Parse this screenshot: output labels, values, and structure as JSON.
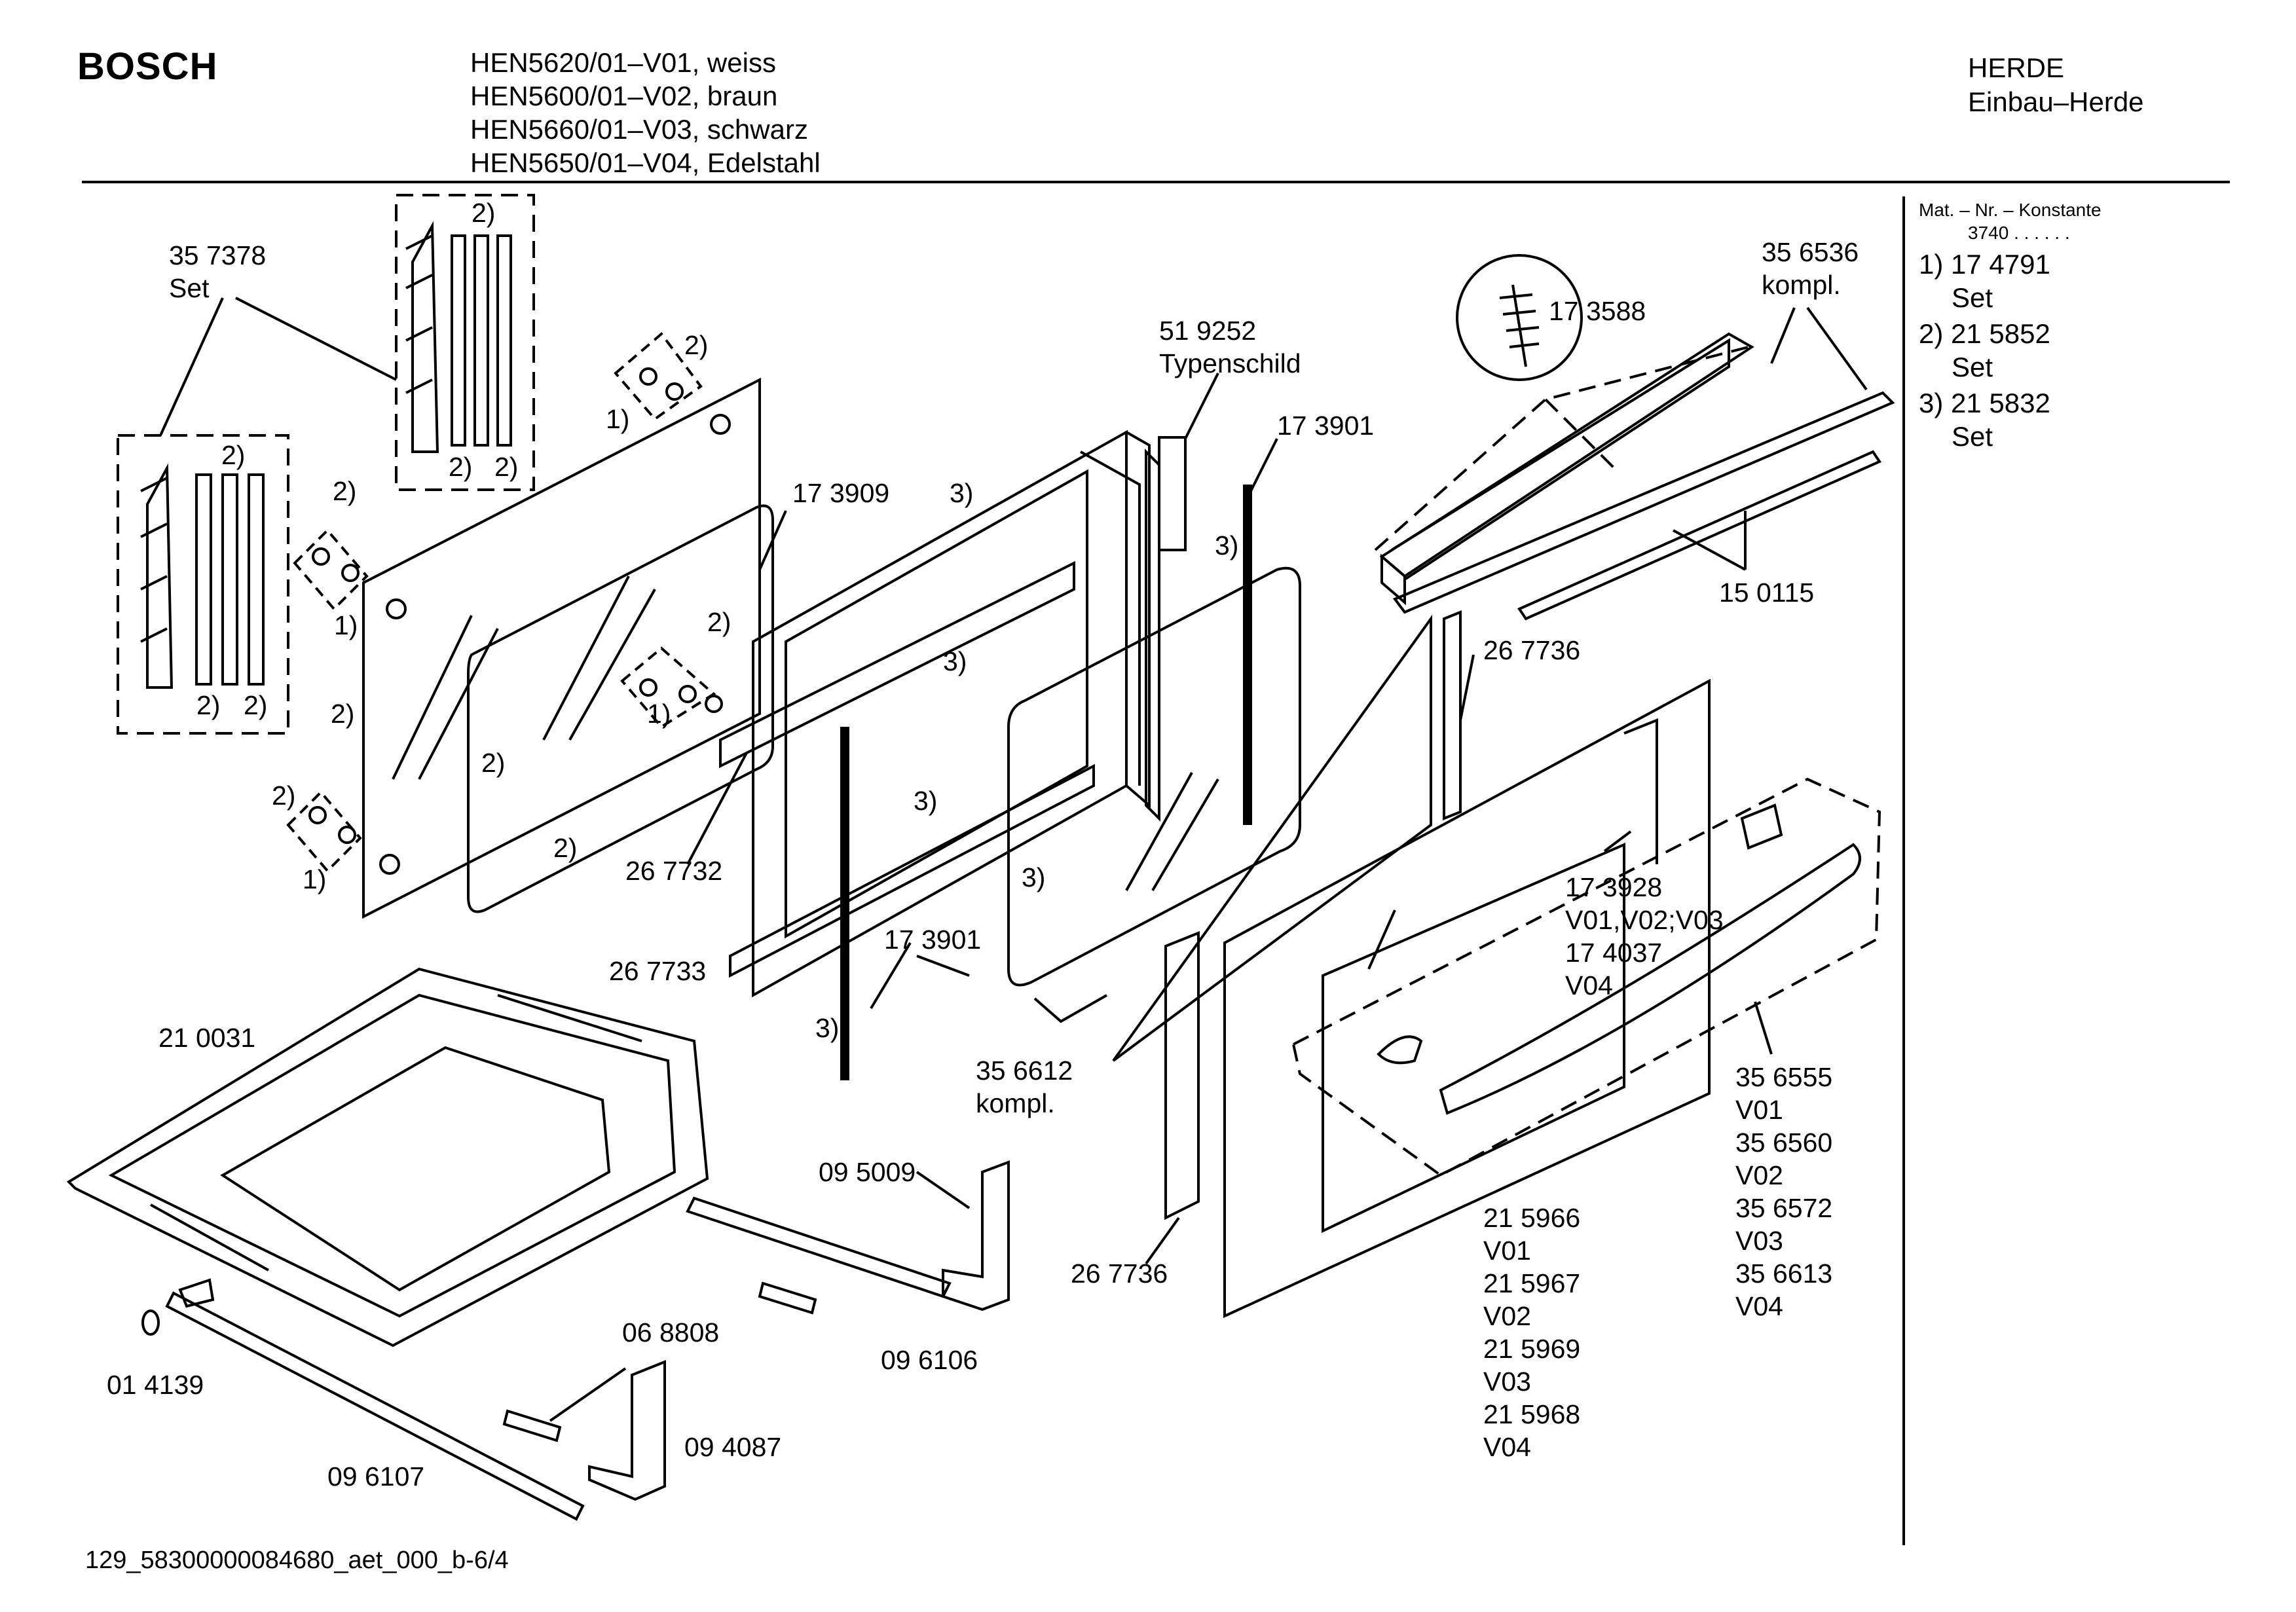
{
  "header": {
    "brand": "BOSCH",
    "models": [
      "HEN5620/01–V01, weiss",
      "HEN5600/01–V02, braun",
      "HEN5660/01–V03, schwarz",
      "HEN5650/01–V04, Edelstahl"
    ],
    "category": [
      "HERDE",
      "Einbau–Herde"
    ]
  },
  "sidebar": {
    "heading": "Mat. – Nr. – Konstante",
    "constant": "3740 . . . . . .",
    "notes": [
      {
        "number": "1) 17 4791",
        "suffix": "Set"
      },
      {
        "number": "2) 21 5852",
        "suffix": "Set"
      },
      {
        "number": "3) 21 5832",
        "suffix": "Set"
      }
    ]
  },
  "labels": [
    {
      "id": "l-357378",
      "lines": [
        "35 7378",
        "Set"
      ]
    },
    {
      "id": "l-fn2-a",
      "lines": [
        "2)"
      ]
    },
    {
      "id": "l-fn2-b",
      "lines": [
        "2)"
      ]
    },
    {
      "id": "l-fn2-c",
      "lines": [
        "2)"
      ]
    },
    {
      "id": "l-fn2-d",
      "lines": [
        "2)"
      ]
    },
    {
      "id": "l-fn2-e",
      "lines": [
        "2)"
      ]
    },
    {
      "id": "l-fn2-f",
      "lines": [
        "2)"
      ]
    },
    {
      "id": "l-fn2-g",
      "lines": [
        "2)"
      ]
    },
    {
      "id": "l-fn1-a",
      "lines": [
        "1)"
      ]
    },
    {
      "id": "l-fn2-h",
      "lines": [
        "2)"
      ]
    },
    {
      "id": "l-fn1-b",
      "lines": [
        "1)"
      ]
    },
    {
      "id": "l-fn2-i",
      "lines": [
        "2)"
      ]
    },
    {
      "id": "l-fn2-j",
      "lines": [
        "2)"
      ]
    },
    {
      "id": "l-fn1-c",
      "lines": [
        "1)"
      ]
    },
    {
      "id": "l-fn2-k",
      "lines": [
        "2)"
      ]
    },
    {
      "id": "l-fn2-l",
      "lines": [
        "2)"
      ]
    },
    {
      "id": "l-fn1-d",
      "lines": [
        "1)"
      ]
    },
    {
      "id": "l-fn2-m",
      "lines": [
        "2)"
      ]
    },
    {
      "id": "l-fn3-a",
      "lines": [
        "3)"
      ]
    },
    {
      "id": "l-173909",
      "lines": [
        "17 3909"
      ]
    },
    {
      "id": "l-fn3-b",
      "lines": [
        "3)"
      ]
    },
    {
      "id": "l-fn3-c",
      "lines": [
        "3)"
      ]
    },
    {
      "id": "l-fn3-d",
      "lines": [
        "3)"
      ]
    },
    {
      "id": "l-267732",
      "lines": [
        "26 7732"
      ]
    },
    {
      "id": "l-267733",
      "lines": [
        "26 7733"
      ]
    },
    {
      "id": "l-173901-b",
      "lines": [
        "17 3901"
      ]
    },
    {
      "id": "l-fn3-e",
      "lines": [
        "3)"
      ]
    },
    {
      "id": "l-fn3-f",
      "lines": [
        "3)"
      ]
    },
    {
      "id": "l-519252",
      "lines": [
        "51 9252",
        "Typenschild"
      ]
    },
    {
      "id": "l-173901-a",
      "lines": [
        "17 3901"
      ]
    },
    {
      "id": "l-fn3-g",
      "lines": [
        "3)"
      ]
    },
    {
      "id": "l-356612",
      "lines": [
        "35 6612",
        "kompl."
      ]
    },
    {
      "id": "l-173588",
      "lines": [
        "17 3588"
      ]
    },
    {
      "id": "l-356536",
      "lines": [
        "35 6536",
        "kompl."
      ]
    },
    {
      "id": "l-150115",
      "lines": [
        "15 0115"
      ]
    },
    {
      "id": "l-267736-a",
      "lines": [
        "26 7736"
      ]
    },
    {
      "id": "l-173928",
      "lines": [
        "17 3928",
        "V01,V02;V03",
        "17 4037",
        "V04"
      ]
    },
    {
      "id": "l-356555",
      "lines": [
        "35 6555",
        "V01",
        "35 6560",
        "V02",
        "35 6572",
        "V03",
        "35 6613",
        "V04"
      ]
    },
    {
      "id": "l-215966",
      "lines": [
        "21 5966",
        "V01",
        "21 5967",
        "V02",
        "21 5969",
        "V03",
        "21 5968",
        "V04"
      ]
    },
    {
      "id": "l-267736-b",
      "lines": [
        "26 7736"
      ]
    },
    {
      "id": "l-210031",
      "lines": [
        "21 0031"
      ]
    },
    {
      "id": "l-095009",
      "lines": [
        "09 5009"
      ]
    },
    {
      "id": "l-096106",
      "lines": [
        "09 6106"
      ]
    },
    {
      "id": "l-068808",
      "lines": [
        "06 8808"
      ]
    },
    {
      "id": "l-094087",
      "lines": [
        "09 4087"
      ]
    },
    {
      "id": "l-014139",
      "lines": [
        "01 4139"
      ]
    },
    {
      "id": "l-096107",
      "lines": [
        "09 6107"
      ]
    }
  ],
  "footer": {
    "code": "129_58300000084680_aet_000_b-6/4"
  }
}
